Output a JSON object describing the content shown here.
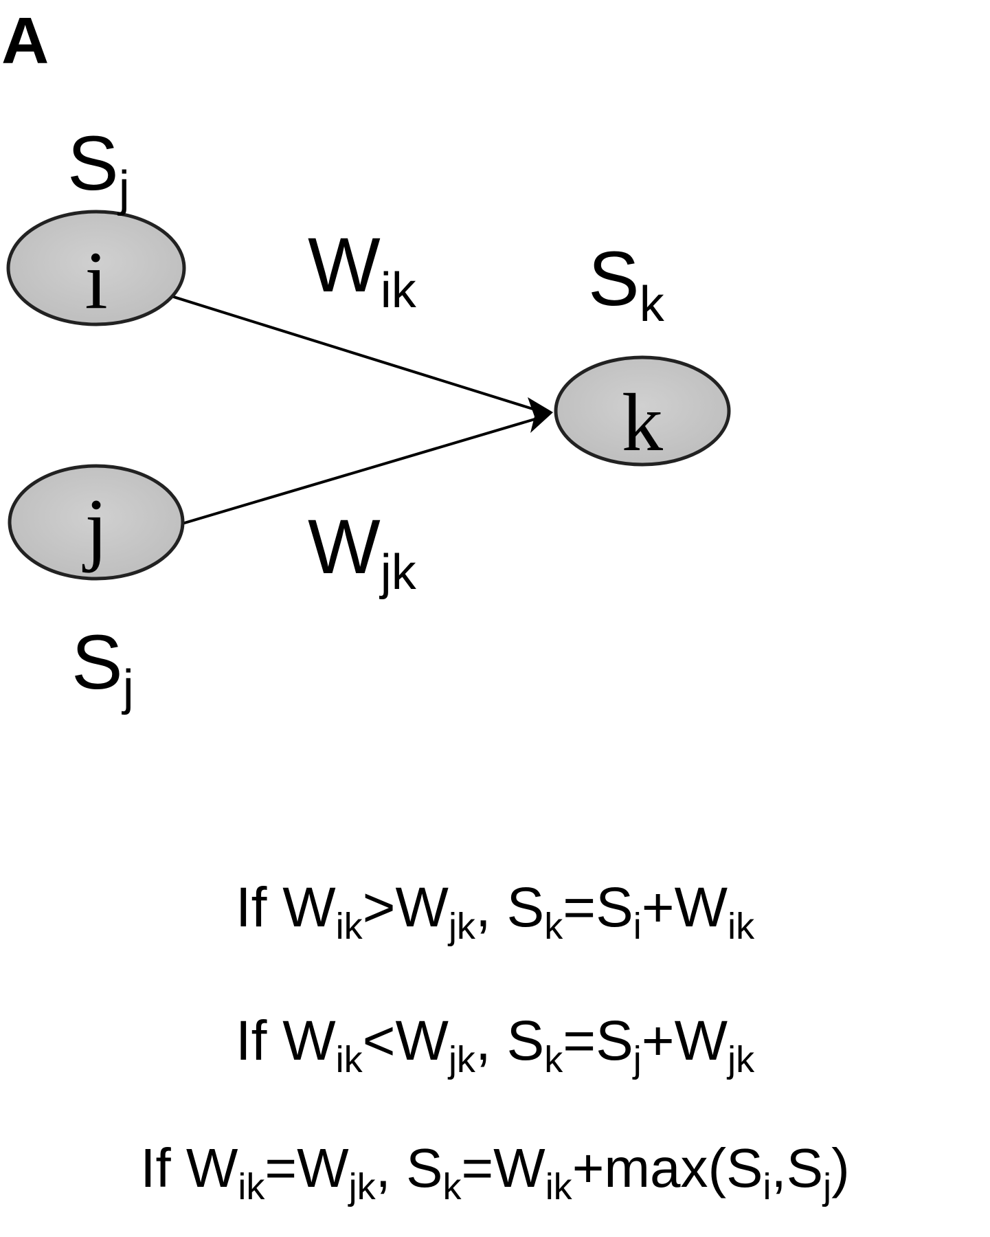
{
  "panel_label": "A",
  "nodes": {
    "i": "i",
    "j": "j",
    "k": "k"
  },
  "node_labels": {
    "top": {
      "base": "S",
      "sub": "j"
    },
    "bottom": {
      "base": "S",
      "sub": "j"
    },
    "k": {
      "base": "S",
      "sub": "k"
    }
  },
  "edges": {
    "ik": {
      "base": "W",
      "sub": "ik"
    },
    "jk": {
      "base": "W",
      "sub": "jk"
    }
  },
  "equations": [
    {
      "parts": [
        "If W",
        "ik",
        ">W",
        "jk",
        ", S",
        "k",
        "=S",
        "i",
        "+W",
        "ik",
        ""
      ]
    },
    {
      "parts": [
        "If W",
        "ik",
        "<W",
        "jk",
        ", S",
        "k",
        "=S",
        "j",
        "+W",
        "jk",
        ""
      ]
    },
    {
      "parts": [
        "If W",
        "ik",
        "=W",
        "jk",
        ", S",
        "k",
        "=W",
        "ik",
        "+max(S",
        "i",
        ",S",
        "j",
        ")"
      ]
    }
  ],
  "colors": {
    "node_fill": "#c8c8c8",
    "ink": "#000000"
  }
}
